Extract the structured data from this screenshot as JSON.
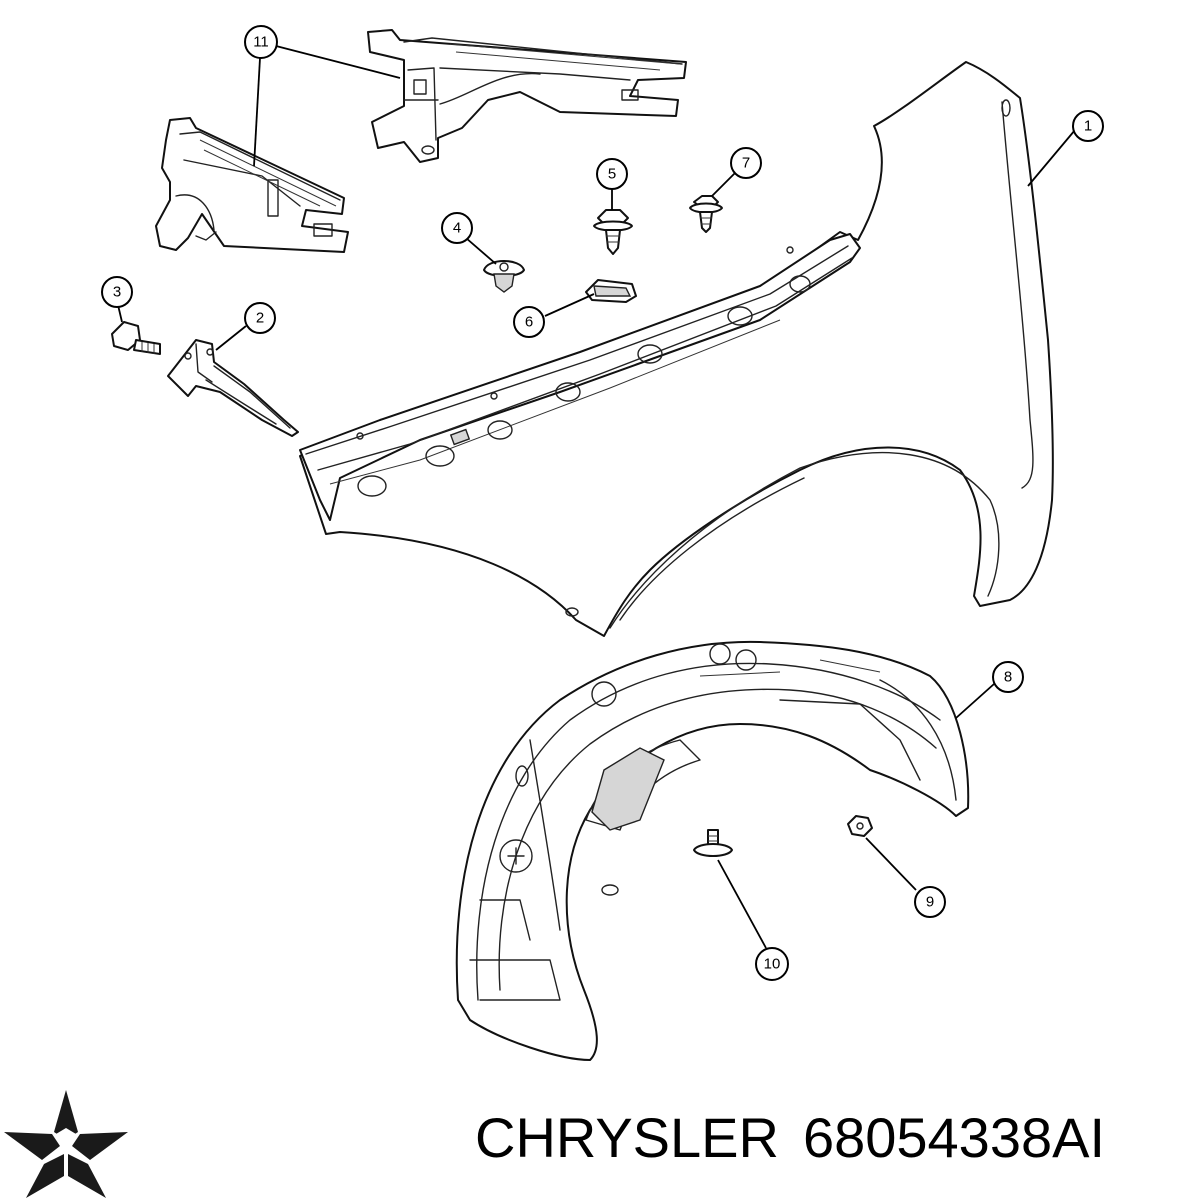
{
  "callouts": [
    {
      "num": "1"
    },
    {
      "num": "2"
    },
    {
      "num": "3"
    },
    {
      "num": "4"
    },
    {
      "num": "5"
    },
    {
      "num": "6"
    },
    {
      "num": "7"
    },
    {
      "num": "8"
    },
    {
      "num": "9"
    },
    {
      "num": "10"
    },
    {
      "num": "11"
    }
  ],
  "caption": {
    "brand": "CHRYSLER",
    "part_number": "68054338AI"
  },
  "logo": {
    "icon": "pentastar-logo-icon",
    "color": "#1a1a1a"
  }
}
